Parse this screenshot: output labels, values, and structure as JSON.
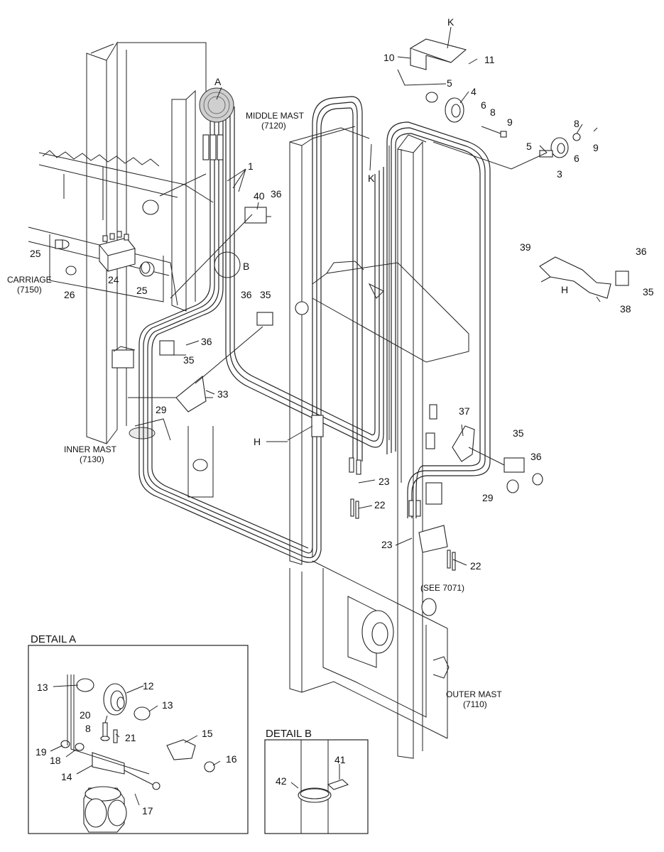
{
  "titles": {
    "middle_mast": [
      "MIDDLE MAST",
      "(7120)"
    ],
    "carriage": [
      "CARRIAGE",
      "(7150)"
    ],
    "inner_mast": [
      "INNER MAST",
      "(7130)"
    ],
    "outer_mast": [
      "OUTER MAST",
      "(7110)"
    ],
    "see_ref": "(SEE 7071)"
  },
  "details": {
    "a": "DETAIL A",
    "b": "DETAIL B"
  },
  "callouts": {
    "A": "A",
    "B": "B",
    "K1": "K",
    "K2": "K",
    "H1": "H",
    "H2": "H",
    "c1": "1",
    "c3": "3",
    "c4": "4",
    "c5a": "5",
    "c5b": "5",
    "c6a": "6",
    "c6b": "6",
    "c8a": "8",
    "c8b": "8",
    "c8c": "8",
    "c9a": "9",
    "c9b": "9",
    "c10": "10",
    "c11": "11",
    "c12": "12",
    "c13a": "13",
    "c13b": "13",
    "c14": "14",
    "c15": "15",
    "c16": "16",
    "c17": "17",
    "c18": "18",
    "c19": "19",
    "c20": "20",
    "c21": "21",
    "c22a": "22",
    "c22b": "22",
    "c23a": "23",
    "c23b": "23",
    "c24": "24",
    "c25a": "25",
    "c25b": "25",
    "c26": "26",
    "c29a": "29",
    "c29b": "29",
    "c33": "33",
    "c35a": "35",
    "c35b": "35",
    "c35c": "35",
    "c35d": "35",
    "c36a": "36",
    "c36b": "36",
    "c36c": "36",
    "c36d": "36",
    "c36e": "36",
    "c37": "37",
    "c38": "38",
    "c39": "39",
    "c40": "40",
    "c41": "41",
    "c42": "42"
  }
}
